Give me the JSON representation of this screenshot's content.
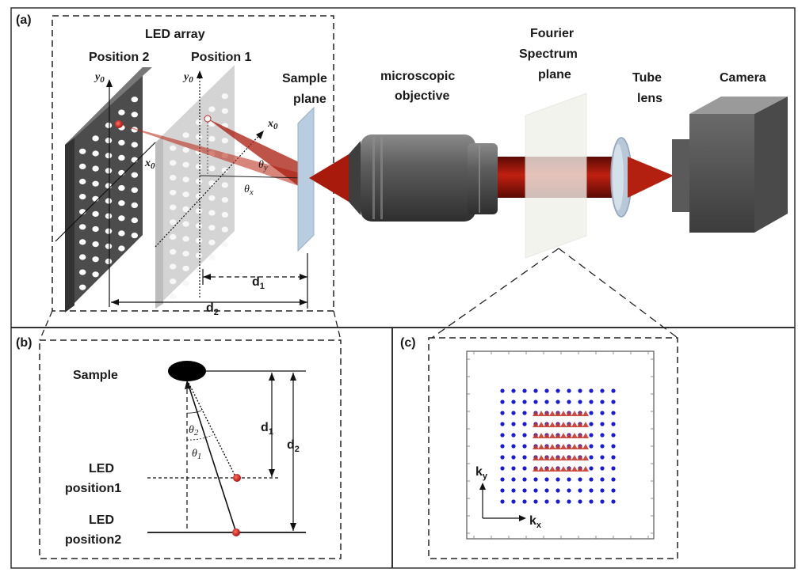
{
  "panels": {
    "a": "(a)",
    "b": "(b)",
    "c": "(c)"
  },
  "panel_a": {
    "led_array": "LED array",
    "position2": "Position 2",
    "position1": "Position 1",
    "sample_plane_line1": "Sample",
    "sample_plane_line2": "plane",
    "objective": "microscopic",
    "objective_line2": "objective",
    "fourier_line1": "Fourier",
    "fourier_line2": "Spectrum",
    "fourier_line3": "plane",
    "tube_line1": "Tube",
    "tube_line2": "lens",
    "camera": "Camera",
    "y0": "y",
    "x0": "x",
    "zero_sub": "0",
    "theta": "θ",
    "sub_x": "x",
    "sub_y": "y",
    "d": "d",
    "d1_sub": "1",
    "d2_sub": "2"
  },
  "panel_b": {
    "sample": "Sample",
    "led1_line1": "LED",
    "led1_line2": "position1",
    "led2_line1": "LED",
    "led2_line2": "position2",
    "theta": "θ",
    "sub1": "1",
    "sub2": "2",
    "d": "d",
    "d1_sub": "1",
    "d2_sub": "2"
  },
  "panel_c": {
    "k": "k",
    "kx_sub": "x",
    "ky_sub": "y"
  },
  "colors": {
    "beam": "#b31a0c",
    "led_red": "#d42020",
    "spectrum_blue": "#1a1ad6",
    "spectrum_red": "#c8382a",
    "border": "#333333"
  },
  "icons": {
    "led_panel_dark": "led-array-panel",
    "led_panel_light": "led-array-panel",
    "objective": "microscope-objective",
    "tube_lens": "lens",
    "camera": "camera"
  }
}
